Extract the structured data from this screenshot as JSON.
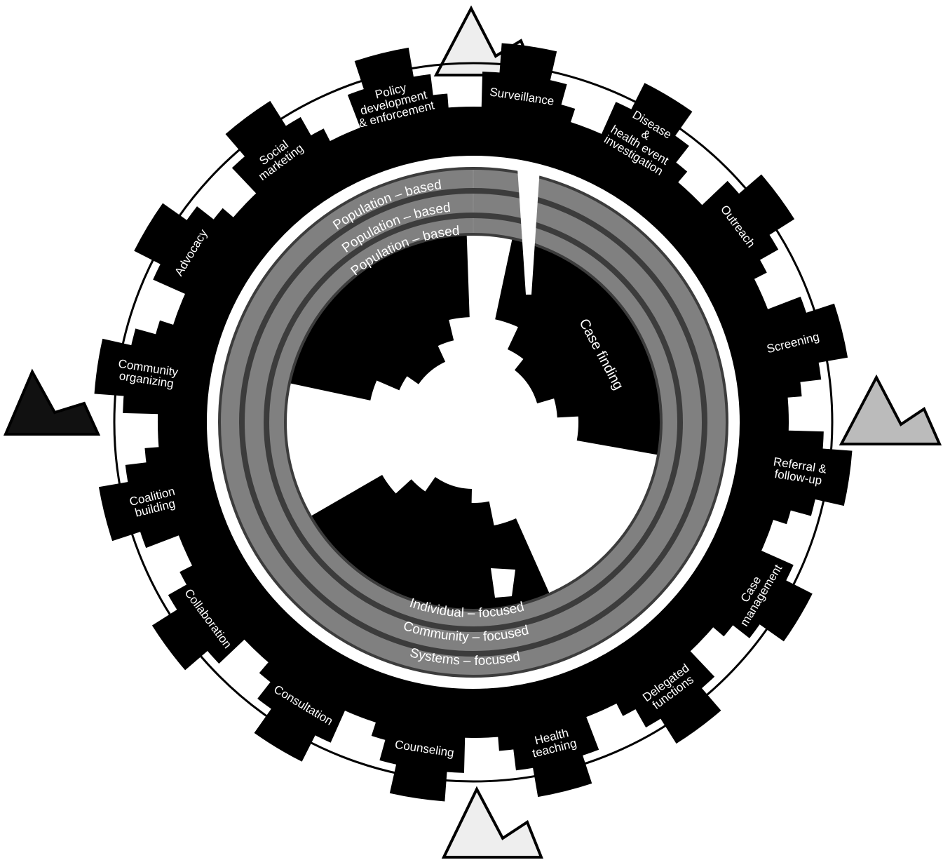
{
  "colors": {
    "background": "#ffffff",
    "block": "#000000",
    "ring_gray": "#808080",
    "ring_divider": "#3c3c3c",
    "outer_circle": "#000000",
    "mountain_top": "#eeeeee",
    "mountain_left": "#111111",
    "mountain_right": "#bbbbbb",
    "mountain_bottom": "#eeeeee"
  },
  "interventions": [
    {
      "id": "policy",
      "lines": [
        "Policy",
        "development",
        "& enforcement"
      ]
    },
    {
      "id": "social-marketing",
      "lines": [
        "Social",
        "marketing"
      ]
    },
    {
      "id": "advocacy",
      "lines": [
        "Advocacy"
      ]
    },
    {
      "id": "community-organizing",
      "lines": [
        "Community",
        "organizing"
      ]
    },
    {
      "id": "coalition-building",
      "lines": [
        "Coalition",
        "building"
      ]
    },
    {
      "id": "collaboration",
      "lines": [
        "Collaboration"
      ]
    },
    {
      "id": "consultation",
      "lines": [
        "Consultation"
      ]
    },
    {
      "id": "counseling",
      "lines": [
        "Counseling"
      ]
    },
    {
      "id": "health-teaching",
      "lines": [
        "Health",
        "teaching"
      ]
    },
    {
      "id": "delegated-functions",
      "lines": [
        "Delegated",
        "functions"
      ]
    },
    {
      "id": "case-management",
      "lines": [
        "Case",
        "management"
      ]
    },
    {
      "id": "referral",
      "lines": [
        "Referral &",
        "follow-up"
      ]
    },
    {
      "id": "screening",
      "lines": [
        "Screening"
      ]
    },
    {
      "id": "outreach",
      "lines": [
        "Outreach"
      ]
    },
    {
      "id": "disease-investigation",
      "lines": [
        "Disease",
        "&",
        "health event",
        "investigation"
      ]
    },
    {
      "id": "surveillance",
      "lines": [
        "Surveillance"
      ]
    }
  ],
  "inner_label": "Case finding",
  "rings": {
    "top": [
      "Population – based",
      "Population – based",
      "Population – based"
    ],
    "bottom": [
      "Individual – focused",
      "Community – focused",
      "Systems – focused"
    ]
  }
}
